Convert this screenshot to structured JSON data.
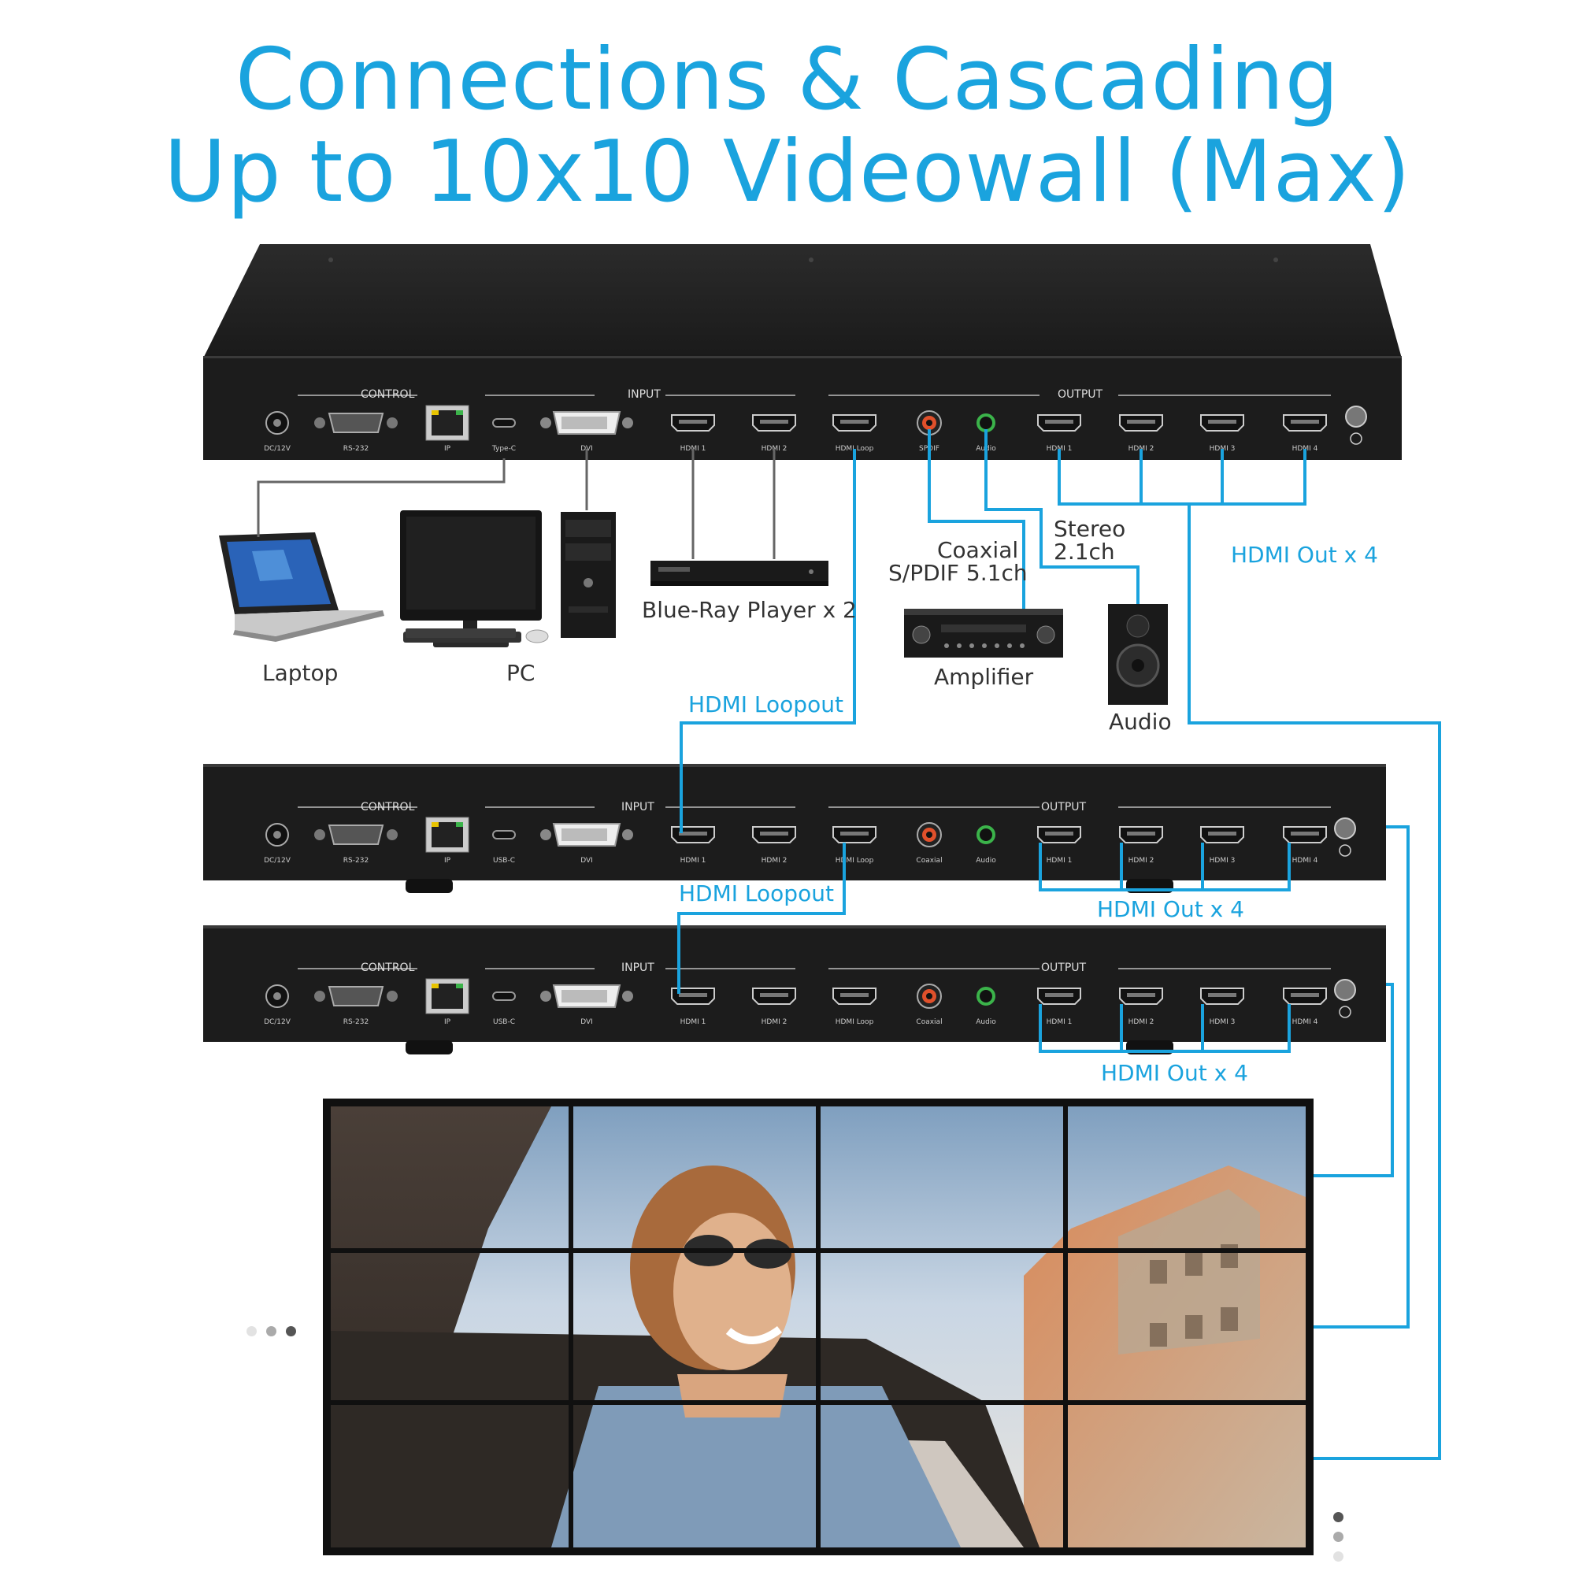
{
  "title": {
    "line1": "Connections & Cascading",
    "line2": "Up to 10x10 Videowall (Max)"
  },
  "colors": {
    "accent": "#1aa3de",
    "device": "#1c1c1c",
    "cable_gray": "#666666",
    "port_label": "#dddddd"
  },
  "top_unit": {
    "groups": {
      "control": "CONTROL",
      "input": "INPUT",
      "output": "OUTPUT"
    },
    "ports": [
      "DC/12V",
      "RS-232",
      "IP",
      "Type-C",
      "DVI",
      "HDMI 1",
      "HDMI 2",
      "HDMI Loop",
      "SPDIF",
      "Audio",
      "HDMI 1",
      "HDMI 2",
      "HDMI 3",
      "HDMI 4"
    ]
  },
  "cascade_unit": {
    "groups": {
      "control": "CONTROL",
      "input": "INPUT",
      "output": "OUTPUT"
    },
    "ports": [
      "DC/12V",
      "RS-232",
      "IP",
      "USB-C",
      "DVI",
      "HDMI 1",
      "HDMI 2",
      "HDMI Loop",
      "Coaxial",
      "Audio",
      "HDMI 1",
      "HDMI 2",
      "HDMI 3",
      "HDMI 4"
    ]
  },
  "labels": {
    "laptop": "Laptop",
    "pc": "PC",
    "bluray": "Blue-Ray Player x 2",
    "coaxial_line1": "Coaxial",
    "coaxial_line2": "S/PDIF 5.1ch",
    "stereo_line1": "Stereo",
    "stereo_line2": "2.1ch",
    "amplifier": "Amplifier",
    "audio": "Audio",
    "hdmi_out_top": "HDMI Out x 4",
    "hdmi_loopout_1": "HDMI Loopout",
    "hdmi_loopout_2": "HDMI Loopout",
    "hdmi_out_mid": "HDMI Out x 4",
    "hdmi_out_bottom": "HDMI Out x 4"
  },
  "videowall": {
    "rows": 3,
    "cols": 4
  }
}
